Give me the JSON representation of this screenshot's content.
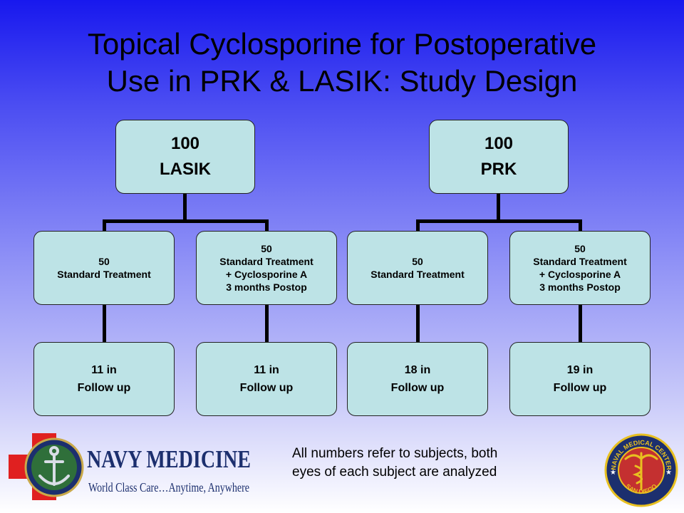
{
  "title": {
    "line1": "Topical Cyclosporine for Postoperative",
    "line2": "Use in PRK & LASIK: Study Design"
  },
  "trees": [
    {
      "root": {
        "count": "100",
        "label": "LASIK"
      },
      "arms": [
        {
          "lines": [
            "50",
            "Standard Treatment"
          ],
          "followup": {
            "line1": "11 in",
            "line2": "Follow up"
          }
        },
        {
          "lines": [
            "50",
            "Standard Treatment",
            "+ Cyclosporine A",
            "3 months Postop"
          ],
          "followup": {
            "line1": "11 in",
            "line2": "Follow up"
          }
        }
      ]
    },
    {
      "root": {
        "count": "100",
        "label": "PRK"
      },
      "arms": [
        {
          "lines": [
            "50",
            "Standard Treatment"
          ],
          "followup": {
            "line1": "18 in",
            "line2": "Follow up"
          }
        },
        {
          "lines": [
            "50",
            "Standard Treatment",
            "+ Cyclosporine A",
            "3 months Postop"
          ],
          "followup": {
            "line1": "19 in",
            "line2": "Follow up"
          }
        }
      ]
    }
  ],
  "note": {
    "line1": "All numbers refer to subjects, both",
    "line2": "eyes of each subject are analyzed"
  },
  "logo": {
    "brand": "NAVY MEDICINE",
    "tagline": "World Class Care…Anytime, Anywhere"
  },
  "seal": {
    "top_text": "NAVAL MEDICAL CENTER",
    "bottom_text": "SAN DIEGO"
  },
  "colors": {
    "node_fill": "#bde3e6",
    "background_top": "#1818ee",
    "background_bottom": "#ffffff",
    "logo_red": "#e02020",
    "logo_navy": "#1c2f6e",
    "seal_gold": "#e8c020"
  }
}
